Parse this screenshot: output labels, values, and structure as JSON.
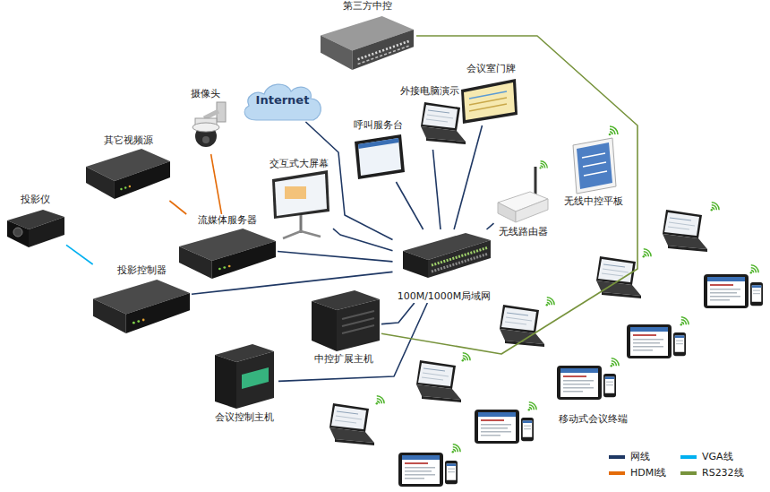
{
  "diagram": {
    "nodes": [
      {
        "text": [
          "第三方中控"
        ]
      },
      {
        "text": [
          "Internet"
        ]
      },
      {
        "text": [
          "摄像头"
        ]
      },
      {
        "text": [
          "其它视频源"
        ]
      },
      {
        "text": [
          "呼叫服务台"
        ]
      },
      {
        "text": [
          "外接电脑演示"
        ]
      },
      {
        "text": [
          "会议室门牌"
        ]
      },
      {
        "text": [
          "交互式大屏幕"
        ]
      },
      {
        "text": [
          "无线路由器"
        ]
      },
      {
        "text": [
          "无线中控平板"
        ]
      },
      {
        "text": [
          "投影仪"
        ]
      },
      {
        "text": [
          "流媒体服务器"
        ]
      },
      {
        "text": [
          "投影控制器"
        ]
      },
      {
        "text": [
          "100M/1000M局域网"
        ]
      },
      {
        "text": [
          "中控扩展主机"
        ]
      },
      {
        "text": [
          "会议控制主机"
        ]
      },
      {
        "text": [
          "移动式会议终端"
        ]
      }
    ],
    "edges": [
      {
        "from": 13,
        "to": 1,
        "arrow": "none"
      },
      {
        "from": 13,
        "to": 4,
        "arrow": "none"
      },
      {
        "from": 13,
        "to": 5,
        "arrow": "none"
      },
      {
        "from": 13,
        "to": 6,
        "arrow": "none"
      },
      {
        "from": 13,
        "to": 8,
        "arrow": "none"
      },
      {
        "from": 13,
        "to": 7,
        "arrow": "none"
      },
      {
        "from": 13,
        "to": 11,
        "arrow": "none"
      },
      {
        "from": 13,
        "to": 12,
        "arrow": "none"
      },
      {
        "from": 13,
        "to": 15,
        "arrow": "none"
      },
      {
        "from": 13,
        "to": 14,
        "arrow": "none"
      },
      {
        "from": 2,
        "to": 11,
        "arrow": "none"
      },
      {
        "from": 3,
        "to": 11,
        "arrow": "none"
      },
      {
        "from": 10,
        "to": 12,
        "arrow": "none"
      },
      {
        "from": 0,
        "to": 14,
        "arrow": "none"
      }
    ],
    "legend": [
      {
        "text": "网线",
        "color": "#1f3864"
      },
      {
        "text": "VGA线",
        "color": "#00b0f0"
      },
      {
        "text": "HDMI线",
        "color": "#e46c0a"
      },
      {
        "text": "RS232线",
        "color": "#77933c"
      }
    ]
  }
}
